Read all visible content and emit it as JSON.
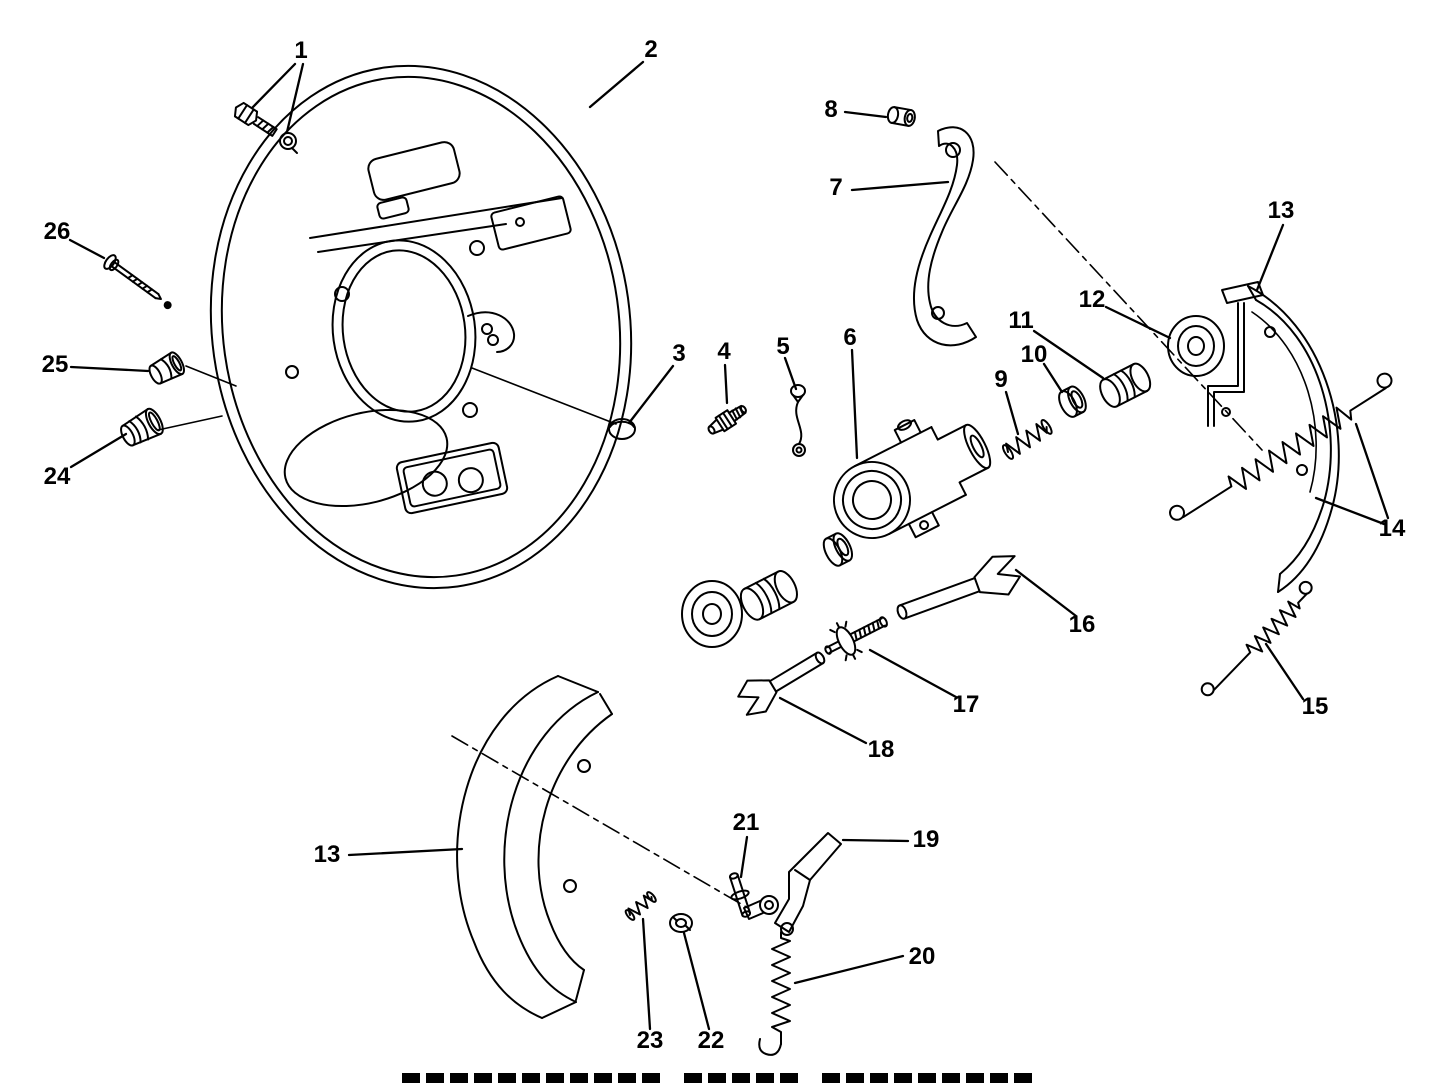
{
  "diagram": {
    "type": "exploded-parts-diagram",
    "ink_color": "#000000",
    "background_color": "#ffffff"
  },
  "callouts": [
    {
      "label": "1"
    },
    {
      "label": "2"
    },
    {
      "label": "8"
    },
    {
      "label": "7"
    },
    {
      "label": "13"
    },
    {
      "label": "26"
    },
    {
      "label": "12"
    },
    {
      "label": "11"
    },
    {
      "label": "25"
    },
    {
      "label": "3"
    },
    {
      "label": "4"
    },
    {
      "label": "5"
    },
    {
      "label": "6"
    },
    {
      "label": "10"
    },
    {
      "label": "9"
    },
    {
      "label": "24"
    },
    {
      "label": "14"
    },
    {
      "label": "16"
    },
    {
      "label": "17"
    },
    {
      "label": "15"
    },
    {
      "label": "18"
    },
    {
      "label": "21"
    },
    {
      "label": "19"
    },
    {
      "label": "13"
    },
    {
      "label": "20"
    },
    {
      "label": "23"
    },
    {
      "label": "22"
    }
  ]
}
